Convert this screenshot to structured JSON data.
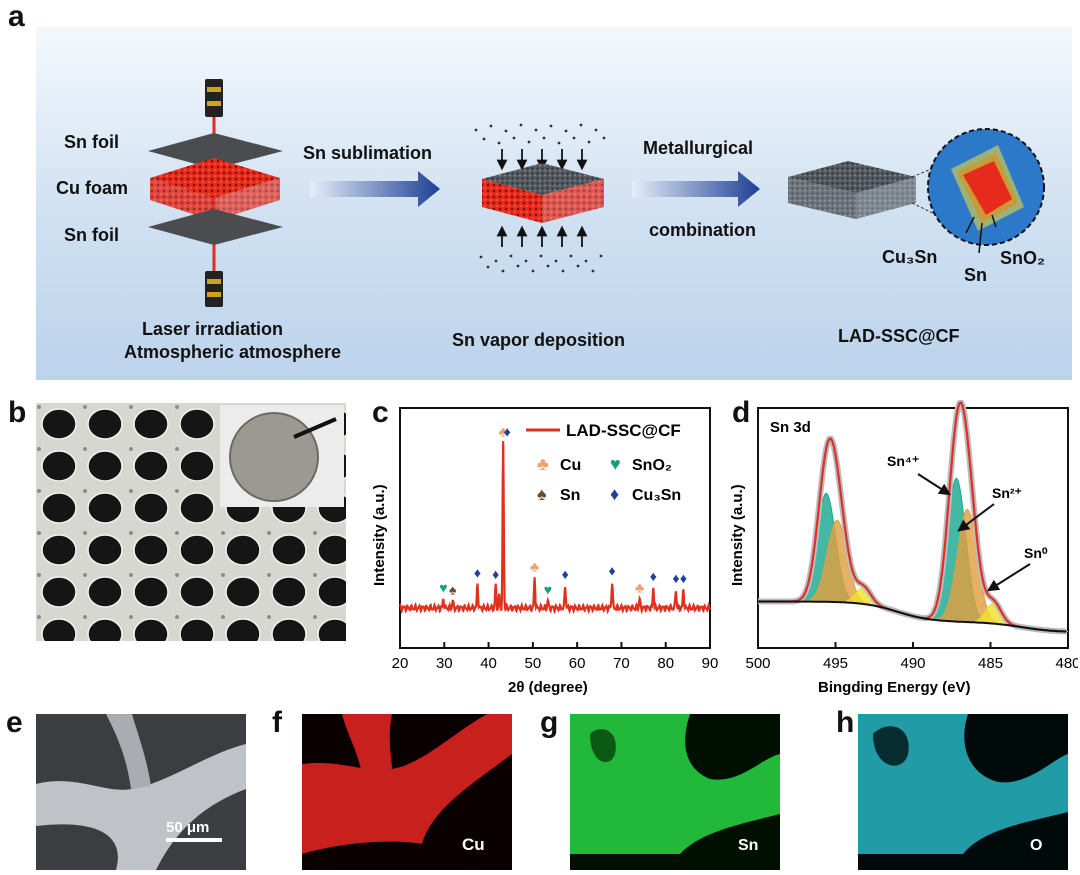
{
  "panel_a": {
    "letter": "a",
    "sn_foil_top": "Sn foil",
    "cu_foam": "Cu foam",
    "sn_foil_bottom": "Sn foil",
    "step1": "Sn sublimation",
    "step2_line1": "Metallurgical",
    "step2_line2": "combination",
    "cu3sn": "Cu₃Sn",
    "sn": "Sn",
    "sno2": "SnO₂",
    "caption_left_1": "Laser irradiation",
    "caption_left_2": "Atmospheric atmosphere",
    "caption_mid": "Sn vapor deposition",
    "caption_right": "LAD-SSC@CF"
  },
  "panel_b": {
    "letter": "b"
  },
  "panel_c": {
    "letter": "c"
  },
  "panel_d": {
    "letter": "d"
  },
  "panel_e": {
    "letter": "e",
    "scale_bar": "50 μm"
  },
  "panel_f": {
    "letter": "f",
    "element": "Cu",
    "color": "#c8201c"
  },
  "panel_g": {
    "letter": "g",
    "element": "Sn",
    "color": "#22b83a"
  },
  "panel_h": {
    "letter": "h",
    "element": "O",
    "color": "#27b5c2"
  },
  "chart_data": [
    {
      "type": "line",
      "panel": "c",
      "xlabel": "2θ (degree)",
      "ylabel": "Intensity (a.u.)",
      "xlim": [
        20,
        90
      ],
      "xticks": [
        "20",
        "30",
        "40",
        "50",
        "60",
        "70",
        "80",
        "90"
      ],
      "legend_series": "LAD-SSC@CF",
      "legend_markers": [
        {
          "label": "Cu",
          "symbol": "club",
          "color": "#f0a070"
        },
        {
          "label": "SnO₂",
          "symbol": "heart",
          "color": "#14a07a"
        },
        {
          "label": "Sn",
          "symbol": "spade",
          "color": "#6a4a2a"
        },
        {
          "label": "Cu₃Sn",
          "symbol": "diamond",
          "color": "#1f3f9a"
        }
      ],
      "series": [
        {
          "name": "LAD-SSC@CF",
          "color": "#e0301e",
          "peaks": [
            {
              "x": 29.8,
              "h": 0.05
            },
            {
              "x": 31.9,
              "h": 0.04
            },
            {
              "x": 37.5,
              "h": 0.13
            },
            {
              "x": 41.6,
              "h": 0.12
            },
            {
              "x": 42.4,
              "h": 0.07
            },
            {
              "x": 43.3,
              "h": 0.87
            },
            {
              "x": 50.4,
              "h": 0.16
            },
            {
              "x": 53.4,
              "h": 0.04
            },
            {
              "x": 57.3,
              "h": 0.12
            },
            {
              "x": 67.9,
              "h": 0.14
            },
            {
              "x": 74.1,
              "h": 0.05
            },
            {
              "x": 77.2,
              "h": 0.11
            },
            {
              "x": 82.3,
              "h": 0.1
            },
            {
              "x": 84.0,
              "h": 0.1
            }
          ]
        }
      ],
      "peak_markers": [
        {
          "x": 29.8,
          "symbol": "heart"
        },
        {
          "x": 31.9,
          "symbol": "spade"
        },
        {
          "x": 37.5,
          "symbol": "diamond"
        },
        {
          "x": 41.6,
          "symbol": "diamond"
        },
        {
          "x": 43.3,
          "symbol": "club"
        },
        {
          "x": 44.2,
          "symbol": "diamond"
        },
        {
          "x": 50.4,
          "symbol": "club"
        },
        {
          "x": 53.4,
          "symbol": "heart"
        },
        {
          "x": 57.3,
          "symbol": "diamond"
        },
        {
          "x": 67.9,
          "symbol": "diamond"
        },
        {
          "x": 74.1,
          "symbol": "club"
        },
        {
          "x": 77.2,
          "symbol": "diamond"
        },
        {
          "x": 82.3,
          "symbol": "diamond"
        },
        {
          "x": 84.0,
          "symbol": "diamond"
        }
      ]
    },
    {
      "type": "line",
      "panel": "d",
      "title": "Sn 3d",
      "xlabel": "Bingding Energy (eV)",
      "ylabel": "Intensity (a.u.)",
      "xlim": [
        500,
        480
      ],
      "xticks": [
        "500",
        "495",
        "490",
        "485",
        "480"
      ],
      "components": [
        {
          "label": "Sn⁴⁺",
          "color": "#1aa890",
          "peaks": [
            {
              "x": 495.6,
              "h": 0.53
            },
            {
              "x": 487.2,
              "h": 0.7
            }
          ]
        },
        {
          "label": "Sn²⁺",
          "color": "#e0a040",
          "peaks": [
            {
              "x": 494.9,
              "h": 0.4
            },
            {
              "x": 486.5,
              "h": 0.55
            }
          ]
        },
        {
          "label": "Sn⁰",
          "color": "#f0e030",
          "peaks": [
            {
              "x": 493.2,
              "h": 0.08
            },
            {
              "x": 484.8,
              "h": 0.1
            }
          ]
        }
      ],
      "envelope_color": "#e0301e",
      "annotations": [
        "Sn⁴⁺",
        "Sn²⁺",
        "Sn⁰"
      ]
    }
  ]
}
